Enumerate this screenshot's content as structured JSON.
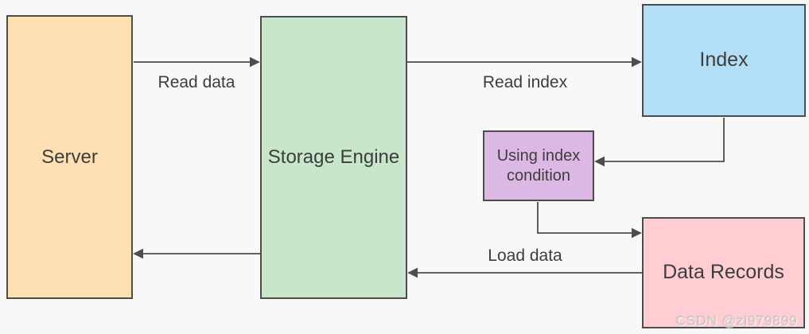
{
  "canvas": {
    "background": "#F8F8F8",
    "stroke_color": "#4D4D4D",
    "text_color": "#3D3D3D"
  },
  "nodes": {
    "server": {
      "label": "Server",
      "fill": "#FFE0B2"
    },
    "storage_engine": {
      "label": "Storage Engine",
      "fill": "#C8E6C9"
    },
    "index": {
      "label": "Index",
      "fill": "#B3DEF7"
    },
    "using_index_condition": {
      "label": "Using index condition",
      "fill": "#DCB8E4"
    },
    "data_records": {
      "label": "Data Records",
      "fill": "#FFCDD2"
    }
  },
  "edges": {
    "read_data": {
      "label": "Read data",
      "from": "server",
      "to": "storage_engine"
    },
    "read_index": {
      "label": "Read index",
      "from": "storage_engine",
      "to": "index"
    },
    "index_to_condition": {
      "label": "",
      "from": "index",
      "to": "using_index_condition"
    },
    "condition_to_records": {
      "label": "",
      "from": "using_index_condition",
      "to": "data_records"
    },
    "load_data": {
      "label": "Load data",
      "from": "data_records",
      "to": "storage_engine"
    },
    "storage_to_server": {
      "label": "",
      "from": "storage_engine",
      "to": "server"
    }
  },
  "watermark": {
    "text": "CSDN @zl979899",
    "color": "#C8C8C8"
  }
}
